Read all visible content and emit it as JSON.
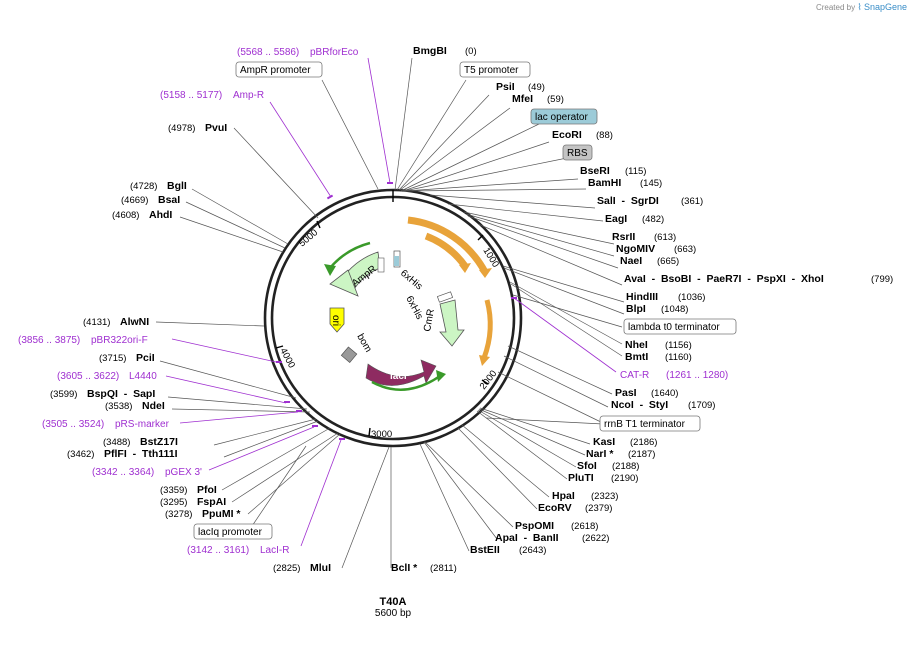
{
  "branding": {
    "prefix": "Created by",
    "name": "SnapGene"
  },
  "plasmid": {
    "name": "T40A",
    "length_label": "5600 bp",
    "length": 5600
  },
  "ticks": [
    "1000",
    "2000",
    "3000",
    "4000",
    "5000"
  ],
  "sites": [
    {
      "name": "BmgBI",
      "pos": "(0)",
      "bp": 0
    },
    {
      "name": "PsiI",
      "pos": "(49)",
      "bp": 49
    },
    {
      "name": "MfeI",
      "pos": "(59)",
      "bp": 59
    },
    {
      "name": "EcoRI",
      "pos": "(88)",
      "bp": 88
    },
    {
      "name": "BseRI",
      "pos": "(115)",
      "bp": 115
    },
    {
      "name": "BamHI",
      "pos": "(145)",
      "bp": 145
    },
    {
      "name": "SalI  -  SgrDI",
      "pos": "(361)",
      "bp": 361
    },
    {
      "name": "EagI",
      "pos": "(482)",
      "bp": 482
    },
    {
      "name": "RsrII",
      "pos": "(613)",
      "bp": 613
    },
    {
      "name": "NgoMIV",
      "pos": "(663)",
      "bp": 663
    },
    {
      "name": "NaeI",
      "pos": "(665)",
      "bp": 665
    },
    {
      "name": "AvaI  -  BsoBI  -  PaeR7I  -  PspXI  -  XhoI",
      "pos": "(799)",
      "bp": 799
    },
    {
      "name": "HindIII",
      "pos": "(1036)",
      "bp": 1036
    },
    {
      "name": "BlpI",
      "pos": "(1048)",
      "bp": 1048
    },
    {
      "name": "NheI",
      "pos": "(1156)",
      "bp": 1156
    },
    {
      "name": "BmtI",
      "pos": "(1160)",
      "bp": 1160
    },
    {
      "name": "PasI",
      "pos": "(1640)",
      "bp": 1640
    },
    {
      "name": "NcoI  -  StyI",
      "pos": "(1709)",
      "bp": 1709
    },
    {
      "name": "KasI",
      "pos": "(2186)",
      "bp": 2186
    },
    {
      "name": "NarI *",
      "pos": "(2187)",
      "bp": 2187
    },
    {
      "name": "SfoI",
      "pos": "(2188)",
      "bp": 2188
    },
    {
      "name": "PluTI",
      "pos": "(2190)",
      "bp": 2190
    },
    {
      "name": "HpaI",
      "pos": "(2323)",
      "bp": 2323
    },
    {
      "name": "EcoRV",
      "pos": "(2379)",
      "bp": 2379
    },
    {
      "name": "PspOMI",
      "pos": "(2618)",
      "bp": 2618
    },
    {
      "name": "ApaI  -  BanII",
      "pos": "(2622)",
      "bp": 2622
    },
    {
      "name": "BstEII",
      "pos": "(2643)",
      "bp": 2643
    },
    {
      "name": "BclI *",
      "pos": "(2811)",
      "bp": 2811
    },
    {
      "name": "MluI",
      "pos": "(2825)",
      "bp": 2825
    },
    {
      "name": "PpuMI *",
      "pos": "(3278)",
      "bp": 3278
    },
    {
      "name": "FspAI",
      "pos": "(3295)",
      "bp": 3295
    },
    {
      "name": "PfoI",
      "pos": "(3359)",
      "bp": 3359
    },
    {
      "name": "PflFI  -  Tth111I",
      "pos": "(3462)",
      "bp": 3462
    },
    {
      "name": "BstZ17I",
      "pos": "(3488)",
      "bp": 3488
    },
    {
      "name": "NdeI",
      "pos": "(3538)",
      "bp": 3538
    },
    {
      "name": "BspQI  -  SapI",
      "pos": "(3599)",
      "bp": 3599
    },
    {
      "name": "PciI",
      "pos": "(3715)",
      "bp": 3715
    },
    {
      "name": "AlwNI",
      "pos": "(4131)",
      "bp": 4131
    },
    {
      "name": "AhdI",
      "pos": "(4608)",
      "bp": 4608
    },
    {
      "name": "BsaI",
      "pos": "(4669)",
      "bp": 4669
    },
    {
      "name": "BglI",
      "pos": "(4728)",
      "bp": 4728
    },
    {
      "name": "PvuI",
      "pos": "(4978)",
      "bp": 4978
    }
  ],
  "primers": [
    {
      "name": "pBRforEco",
      "range": "(5568 .. 5586)"
    },
    {
      "name": "Amp-R",
      "range": "(5158 .. 5177)"
    },
    {
      "name": "CAT-R",
      "range": "(1261 .. 1280)"
    },
    {
      "name": "pBR322ori-F",
      "range": "(3856 .. 3875)"
    },
    {
      "name": "L4440",
      "range": "(3605 .. 3622)"
    },
    {
      "name": "pRS-marker",
      "range": "(3505 .. 3524)"
    },
    {
      "name": "pGEX 3'",
      "range": "(3342 .. 3364)"
    },
    {
      "name": "LacI-R",
      "range": "(3142 .. 3161)"
    }
  ],
  "boxed_features": [
    {
      "name": "AmpR promoter",
      "color": "#ffffff"
    },
    {
      "name": "T5 promoter",
      "color": "#ffffff"
    },
    {
      "name": "lac operator",
      "color": "#9ccbd8"
    },
    {
      "name": "RBS",
      "color": "#c4c4c4"
    },
    {
      "name": "lambda t0 terminator",
      "color": "#ffffff"
    },
    {
      "name": "rrnB T1 terminator",
      "color": "#ffffff"
    },
    {
      "name": "lacIq promoter",
      "color": "#ffffff"
    }
  ],
  "features": [
    {
      "name": "AmpR",
      "color": "#ccf5c4"
    },
    {
      "name": "ori",
      "color": "#ffff00"
    },
    {
      "name": "bom",
      "color": "#999999"
    },
    {
      "name": "lacI",
      "color": "#8e2b61"
    },
    {
      "name": "CmR",
      "color": "#ccf5c4"
    },
    {
      "name": "6xHis",
      "color": "#ffffff"
    },
    {
      "name": "6xHis",
      "color": "#ffffff"
    }
  ]
}
